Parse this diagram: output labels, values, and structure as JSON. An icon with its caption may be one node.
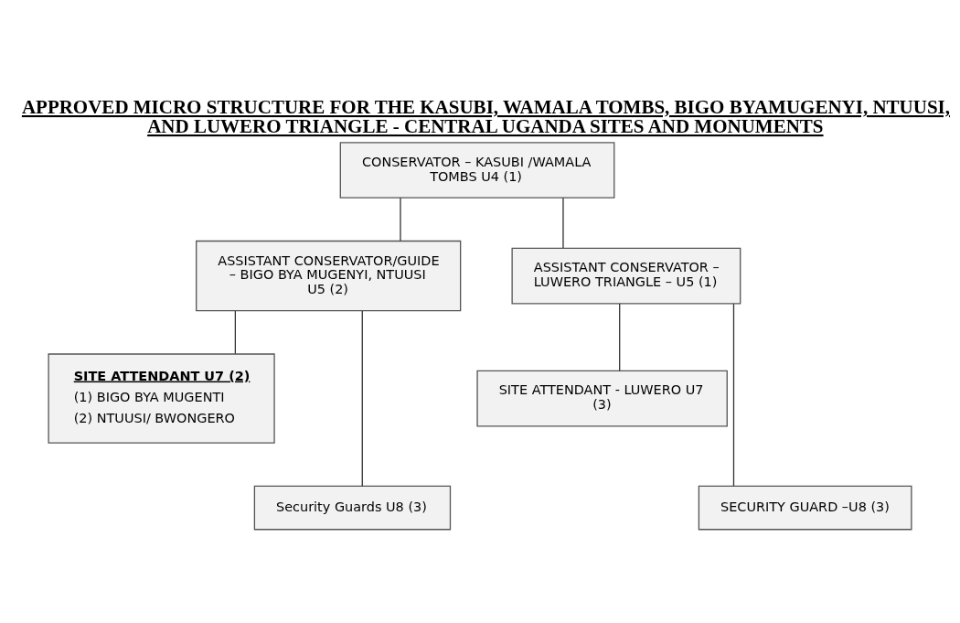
{
  "diagram": {
    "title": "APPROVED MICRO STRUCTURE FOR THE KASUBI, WAMALA TOMBS, BIGO BYAMUGENYI, NTUUSI, AND LUWERO TRIANGLE - CENTRAL UGANDA SITES AND MONUMENTS",
    "nodes": [
      {
        "text": [
          "CONSERVATOR – KASUBI /WAMALA TOMBS U4 (1)"
        ]
      },
      {
        "text": [
          "ASSISTANT CONSERVATOR/GUIDE – BIGO BYA MUGENYI, NTUUSI U5 (2)"
        ]
      },
      {
        "text": [
          "ASSISTANT CONSERVATOR – LUWERO TRIANGLE – U5 (1)"
        ]
      },
      {
        "text": [
          "SITE ATTENDANT U7 (2)",
          "(1) BIGO BYA MUGENTI",
          "(2) NTUUSI/ BWONGERO"
        ]
      },
      {
        "text": [
          "Security Guards U8 (3)"
        ]
      },
      {
        "text": [
          "SITE ATTENDANT - LUWERO U7 (3)"
        ]
      },
      {
        "text": [
          "SECURITY GUARD –U8 (3)"
        ]
      }
    ],
    "edges": [
      {
        "from": 0,
        "to": 1,
        "arrow": "none"
      },
      {
        "from": 0,
        "to": 2,
        "arrow": "none"
      },
      {
        "from": 1,
        "to": 3,
        "arrow": "none"
      },
      {
        "from": 1,
        "to": 4,
        "arrow": "none"
      },
      {
        "from": 2,
        "to": 6,
        "arrow": "none"
      },
      {
        "from": 2,
        "to": 5,
        "arrow": "none"
      }
    ]
  }
}
